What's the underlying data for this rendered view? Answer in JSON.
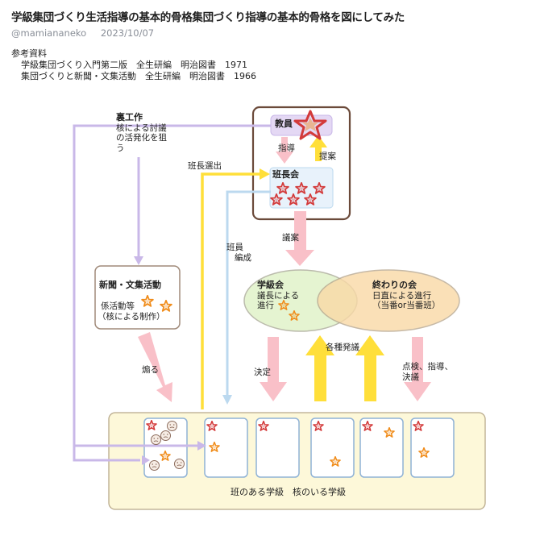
{
  "post": {
    "title": "学級集団づくり生活指導の基本的骨格集団づくり指導の基本的骨格を図にしてみた",
    "handle": "@mamiananeko",
    "date": "2023/10/07"
  },
  "references": {
    "heading": "参考資料",
    "items": [
      "学級集団づくり入門第二版　全生研編　明治図書　1971",
      "集団づくりと新聞・文集活動　全生研編　明治図書　1966"
    ]
  },
  "diagram": {
    "teacher_label": "教員",
    "leaders_council_label": "班長会",
    "guidance_label": "指導",
    "proposal_label": "提案",
    "motion_label": "議案",
    "leader_election_label": "班長選出",
    "member_formation_label": [
      "班員",
      "編成"
    ],
    "backstage": {
      "title": "裏工作",
      "lines": [
        "核による討議",
        "の活発化を狙",
        "う"
      ]
    },
    "newspaper": {
      "title": "新聞・文集活動",
      "lines": [
        "係活動等",
        "（核による制作）"
      ]
    },
    "agitate_label": "煽る",
    "class_meeting": {
      "title": "学級会",
      "lines": [
        "議長による",
        "進行"
      ]
    },
    "closing_meeting": {
      "title": "終わりの会",
      "lines": [
        "日直による進行",
        "（当番or当番班）"
      ]
    },
    "decision_label": "決定",
    "various_proposals_label": "各種発議",
    "check_label": [
      "点検、指導、",
      "決議"
    ],
    "class_caption": "班のある学級　核のいる学級"
  },
  "colors": {
    "lavender": "#c9b8e8",
    "light_blue": "#bcd9ef",
    "yellow": "#ffdf3a",
    "pink": "#f9c0c8",
    "classroom_bg": "#fdf8d9",
    "teacher_box_border": "#6b4a3a",
    "green_circle": "#e4f4cf",
    "orange_circle": "#f9d9a6",
    "leader_star": "#d33a3a",
    "core_star": "#f08c1a"
  }
}
